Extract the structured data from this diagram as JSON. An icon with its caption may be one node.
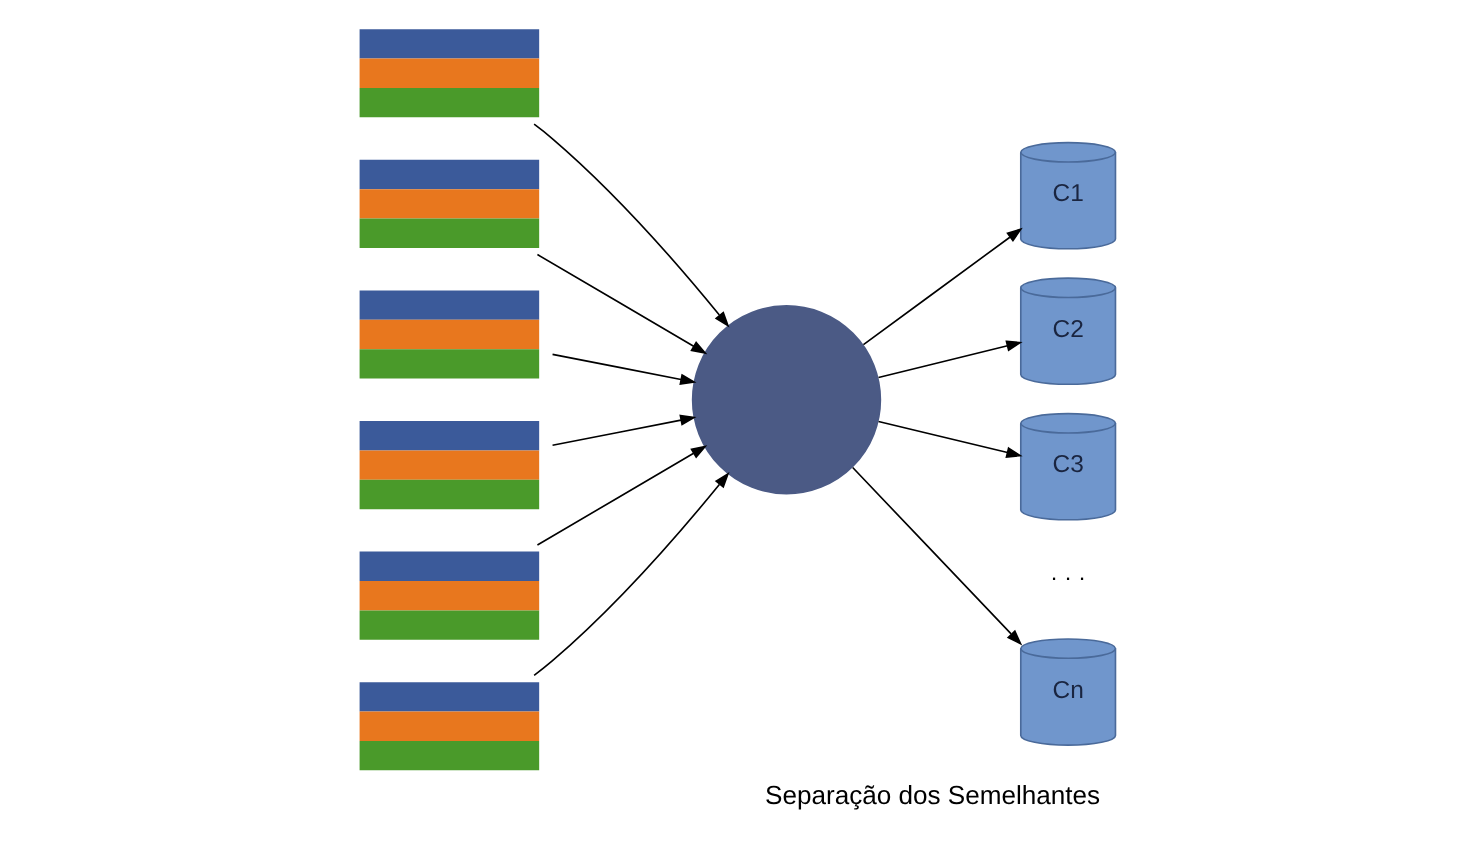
{
  "diagram": {
    "caption": "Separação dos Semelhantes",
    "nodes": [
      {
        "text": [],
        "shape": "box"
      },
      {
        "text": [],
        "shape": "box"
      },
      {
        "text": [],
        "shape": "box"
      },
      {
        "text": [],
        "shape": "box"
      },
      {
        "text": [],
        "shape": "box"
      },
      {
        "text": [],
        "shape": "box"
      },
      {
        "text": [],
        "shape": "circle"
      },
      {
        "text": [
          "C1"
        ]
      },
      {
        "text": [
          "C2"
        ]
      },
      {
        "text": [
          "C3"
        ]
      },
      {
        "text": [
          "Cn"
        ]
      }
    ],
    "edges": [
      {
        "from": 0,
        "to": 6,
        "arrow": "to"
      },
      {
        "from": 1,
        "to": 6,
        "arrow": "to"
      },
      {
        "from": 2,
        "to": 6,
        "arrow": "to"
      },
      {
        "from": 3,
        "to": 6,
        "arrow": "to"
      },
      {
        "from": 4,
        "to": 6,
        "arrow": "to"
      },
      {
        "from": 5,
        "to": 6,
        "arrow": "to"
      },
      {
        "from": 6,
        "to": 7,
        "arrow": "to"
      },
      {
        "from": 6,
        "to": 8,
        "arrow": "to"
      },
      {
        "from": 6,
        "to": 9,
        "arrow": "to"
      },
      {
        "from": 6,
        "to": 10,
        "arrow": "to"
      }
    ],
    "labels": [
      "· · ·"
    ]
  }
}
